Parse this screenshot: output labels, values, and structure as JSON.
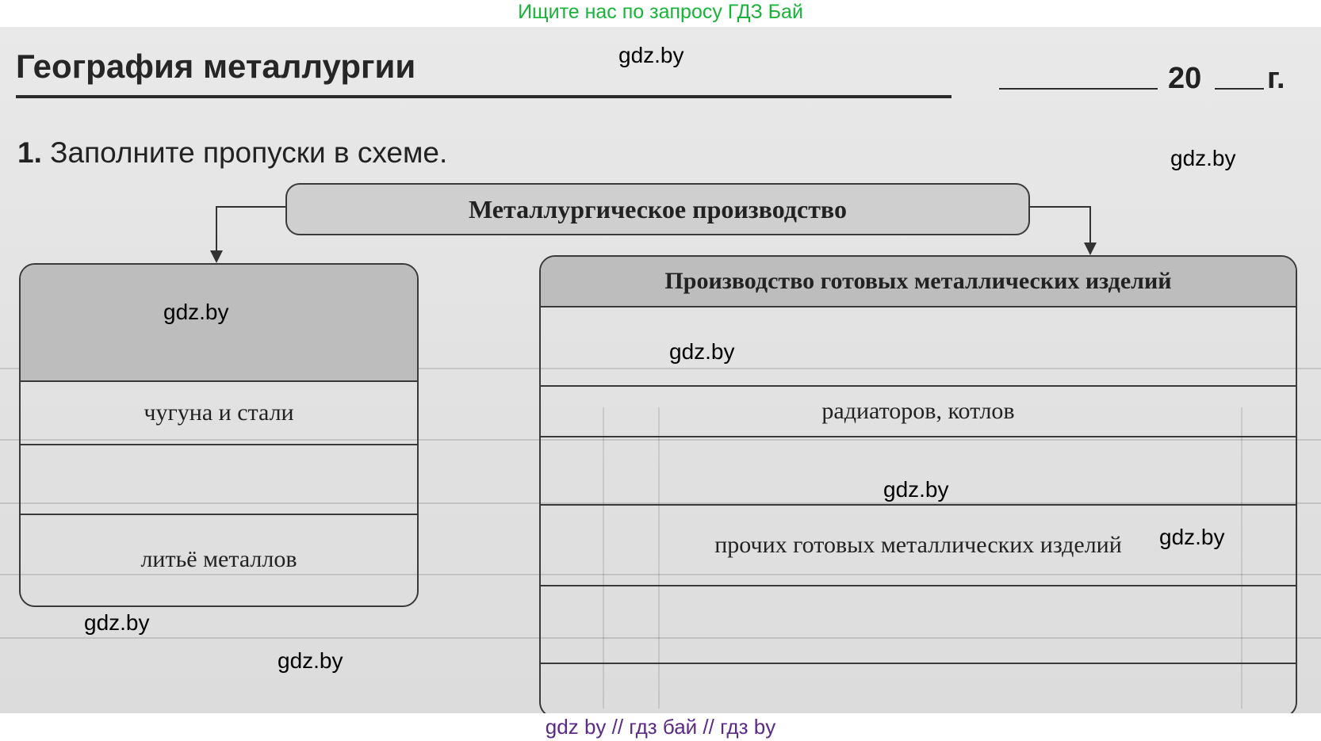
{
  "banner_top": "Ищите нас по запросу ГДЗ Бай",
  "title": "География металлургии",
  "date": {
    "number": "20",
    "suffix": "г."
  },
  "task": {
    "number": "1.",
    "text": "Заполните пропуски в схеме."
  },
  "scheme": {
    "root": "Металлургическое производство",
    "left_rows": [
      "чугуна и стали",
      "литьё металлов"
    ],
    "right_header": "Производство готовых металлических изделий",
    "right_rows": [
      "радиаторов, котлов",
      "прочих готовых металлических изделий"
    ]
  },
  "watermarks": [
    "gdz.by",
    "gdz.by",
    "gdz.by",
    "gdz.by",
    "gdz.by",
    "gdz.by",
    "gdz.by",
    "gdz.by"
  ],
  "banner_bottom": "gdz by  //  гдз бай  //  гдз by"
}
